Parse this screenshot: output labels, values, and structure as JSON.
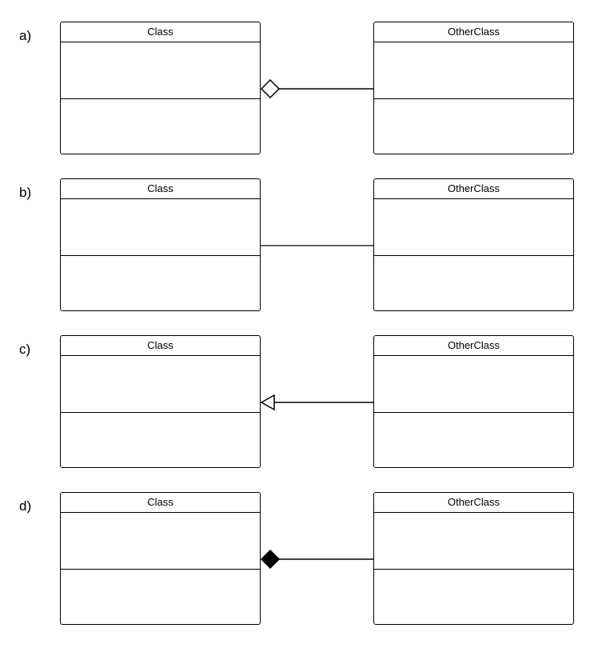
{
  "rows": [
    {
      "label": "a)",
      "left_class": "Class",
      "right_class": "OtherClass",
      "relation": "aggregation"
    },
    {
      "label": "b)",
      "left_class": "Class",
      "right_class": "OtherClass",
      "relation": "association"
    },
    {
      "label": "c)",
      "left_class": "Class",
      "right_class": "OtherClass",
      "relation": "inheritance"
    },
    {
      "label": "d)",
      "left_class": "Class",
      "right_class": "OtherClass",
      "relation": "composition"
    }
  ]
}
